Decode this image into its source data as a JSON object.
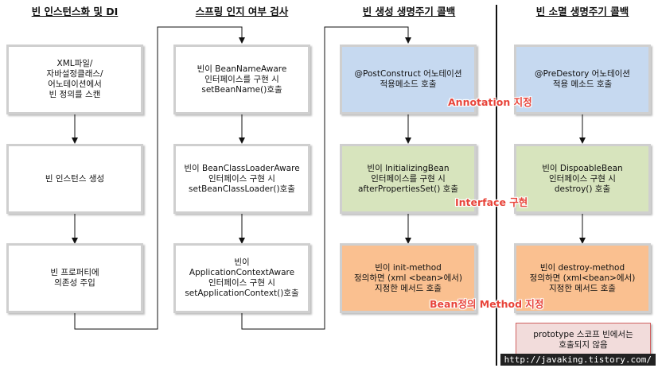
{
  "headers": {
    "col1": "빈 인스턴스화 및 DI",
    "col2": "스프링 인지 여부 검사",
    "col3": "빈 생성 생명주기 콜백",
    "col4": "빈 소멸 생명주기 콜백"
  },
  "col1": {
    "box1": "XML파일/\n자바설정클래스/\n어노테이션에서\n빈 정의를 스캔",
    "box2": "빈 인스턴스 생성",
    "box3": "빈 프로퍼티에\n의존성 주입"
  },
  "col2": {
    "box1": "빈이 BeanNameAware\n인터페이스를 구현 시\nsetBeanName()호출",
    "box2": "빈이 BeanClassLoaderAware\n인터페이스 구현 시\nsetBeanClassLoader()호출",
    "box3": "빈이\nApplicationContextAware\n인터페이스 구현 시\nsetApplicationContext()호출"
  },
  "col3": {
    "box1": "@PostConstruct 어노테이션\n적용메소드 호출",
    "box2": "빈이 InitializingBean\n인터페이스를 구현 시\nafterPropertiesSet() 호출",
    "box3": "빈이 init-method\n정의하면 (xml <bean>에서)\n지정한 메서드 호출"
  },
  "col4": {
    "box1": "@PreDestory 어노테이션\n적용 메소드 호출",
    "box2": "빈이 DispoableBean\n인터페이스 구현 시\ndestroy() 호출",
    "box3": "빈이 destroy-method\n정의하면 (xml<bean>에서)\n지정한 메서드 호출",
    "note": "prototype 스코프 빈에서는\n호출되지 않음"
  },
  "labels": {
    "annotation": "Annotation 지정",
    "interface": "Interface 구현",
    "method": "Bean정의 Method 지정"
  },
  "watermark": "http://javaking.tistory.com/"
}
